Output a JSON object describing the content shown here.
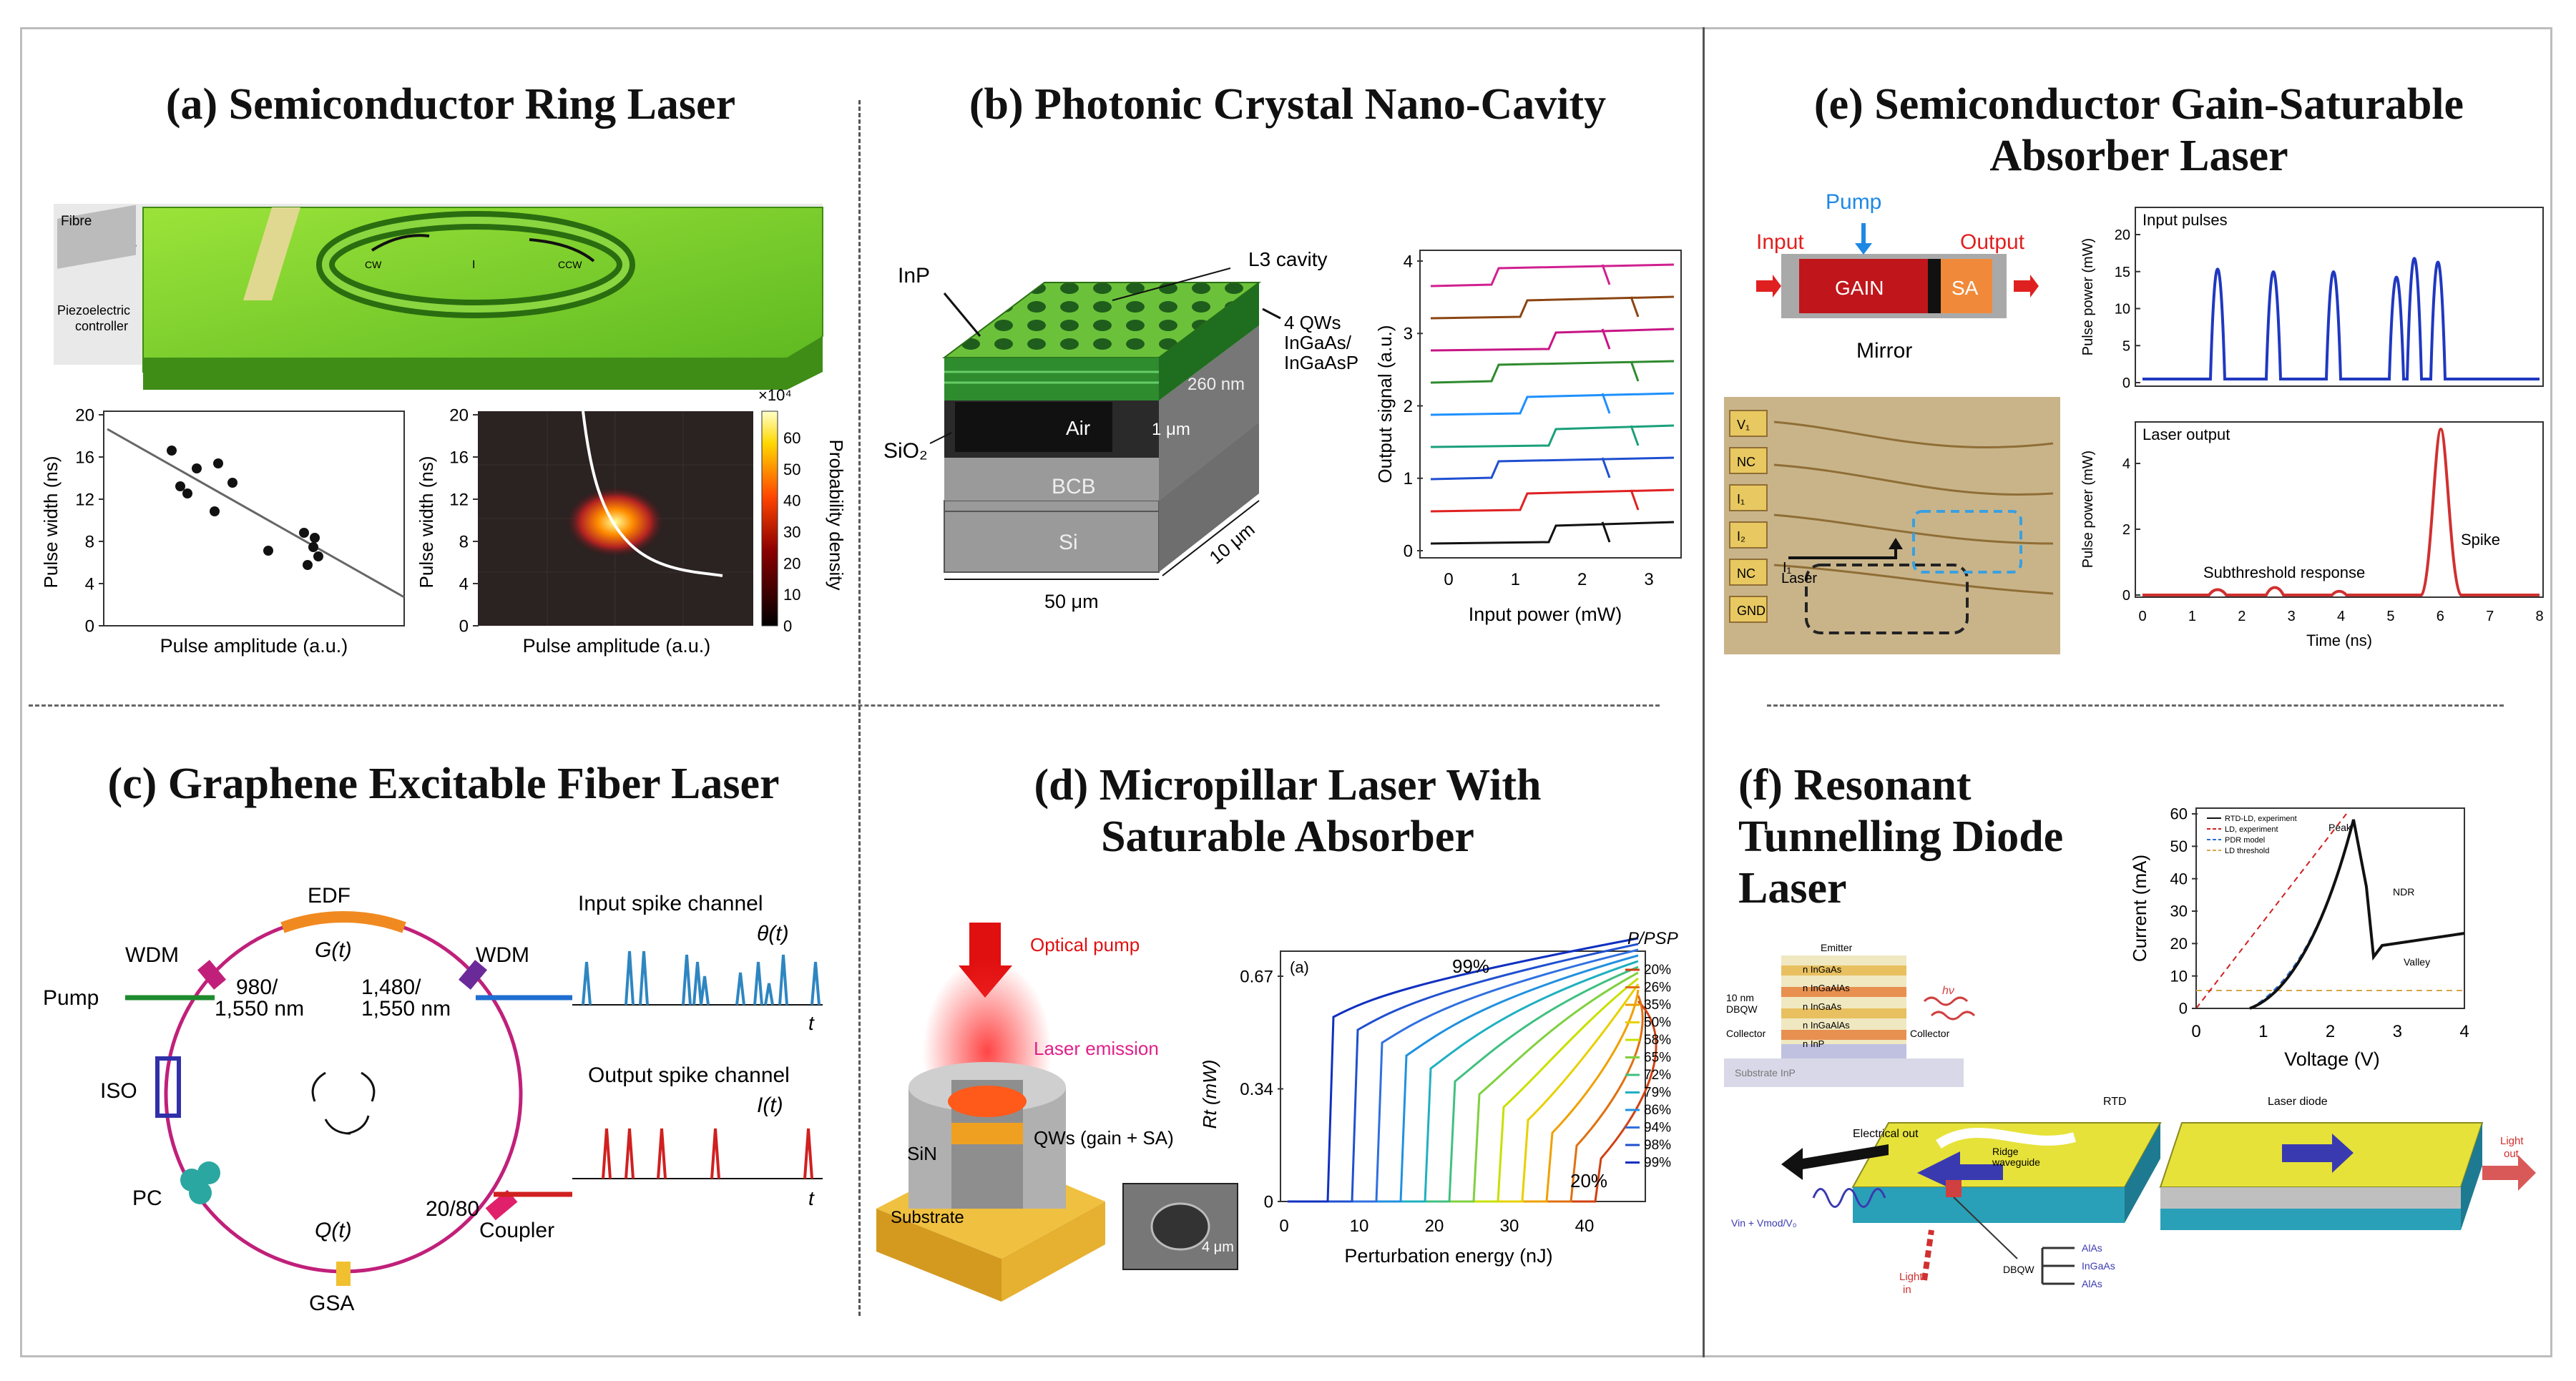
{
  "panels": {
    "a": {
      "title": "(a) Semiconductor Ring Laser",
      "labels": [
        "Fibre",
        "Piezoelectric",
        "controller",
        "CW",
        "CCW",
        "I"
      ],
      "scatter": {
        "ylabel": "Pulse width (ns)",
        "xlabel": "Pulse amplitude (a.u.)",
        "yticks": [
          "20",
          "16",
          "12",
          "8",
          "4",
          "0"
        ]
      },
      "density": {
        "ylabel": "Pulse width (ns)",
        "xlabel": "Pulse amplitude (a.u.)",
        "yticks": [
          "20",
          "16",
          "12",
          "8",
          "4",
          "0"
        ],
        "cbar_label": "Probability density",
        "cbar_exp": "×10⁴",
        "cbar_ticks": [
          "60",
          "50",
          "40",
          "30",
          "20",
          "10",
          "0"
        ]
      }
    },
    "b": {
      "title": "(b) Photonic Crystal Nano-Cavity",
      "labels": {
        "inp": "InP",
        "l3": "L3 cavity",
        "qw1": "4 QWs",
        "qw2": "InGaAs/",
        "qw3": "InGaAsP",
        "thick": "260 nm",
        "air": "Air",
        "one": "1 μm",
        "sio2": "SiO₂",
        "bcb": "BCB",
        "si": "Si",
        "w50": "50 μm",
        "w10": "10 μm"
      },
      "plot": {
        "ylabel": "Output signal (a.u.)",
        "xlabel": "Input power (mW)",
        "yticks": [
          "4",
          "3",
          "2",
          "1",
          "0"
        ],
        "xticks": [
          "0",
          "1",
          "2",
          "3"
        ]
      }
    },
    "c": {
      "title": "(c) Graphene Excitable Fiber Laser",
      "labels": {
        "edf": "EDF",
        "g": "G(t)",
        "wdm1": "WDM",
        "wdm2": "WDM",
        "pump": "Pump",
        "w980": "980/",
        "w1550a": "1,550 nm",
        "w1480": "1,480/",
        "w1550b": "1,550 nm",
        "iso": "ISO",
        "pc": "PC",
        "q": "Q(t)",
        "gsa": "GSA",
        "ratio": "20/80",
        "coupler": "Coupler"
      },
      "input_channel": "Input spike channel",
      "input_sym": "θ(t)",
      "output_channel": "Output spike channel",
      "output_sym": "I(t)",
      "t": "t"
    },
    "d": {
      "title_line1": "(d) Micropillar Laser With",
      "title_line2": "Saturable Absorber",
      "labels": {
        "pump": "Optical pump",
        "emission": "Laser emission",
        "sin": "SiN",
        "qws": "QWs (gain + SA)",
        "substrate": "Substrate",
        "scale": "4 μm"
      },
      "plot": {
        "tag": "(a)",
        "ylabel": "Rt (mW)",
        "xlabel": "Perturbation energy (nJ)",
        "yticks": [
          "0.67",
          "0.34",
          "0"
        ],
        "xticks": [
          "0",
          "10",
          "20",
          "30",
          "40"
        ],
        "legend_title": "P/PSP",
        "legend": [
          "20%",
          "26%",
          "35%",
          "50%",
          "58%",
          "65%",
          "72%",
          "79%",
          "86%",
          "94%",
          "98%",
          "99%"
        ],
        "ann_top": "99%",
        "ann_bottom": "20%"
      }
    },
    "e": {
      "title_line1": "(e) Semiconductor Gain-Saturable",
      "title_line2": "Absorber Laser",
      "labels": {
        "pump": "Pump",
        "input": "Input",
        "output": "Output",
        "gain": "GAIN",
        "sa": "SA",
        "mirror": "Mirror"
      },
      "chip_labels": [
        "V₁",
        "NC",
        "I₁",
        "I₂",
        "NC",
        "GND"
      ],
      "chip_text": {
        "laser": "Laser",
        "i1": "I₁"
      },
      "top_plot": {
        "tag": "Input pulses",
        "ylabel": "Pulse power (mW)",
        "yticks": [
          "20",
          "15",
          "10",
          "5",
          "0"
        ]
      },
      "bottom_plot": {
        "tag": "Laser output",
        "ylabel": "Pulse power (mW)",
        "yticks": [
          "4",
          "2",
          "0"
        ],
        "xlabel": "Time (ns)",
        "xticks": [
          "0",
          "1",
          "2",
          "3",
          "4",
          "5",
          "6",
          "7",
          "8"
        ],
        "sub": "Subthreshold response",
        "spike": "Spike"
      }
    },
    "f": {
      "title_line1": "(f) Resonant",
      "title_line2": "Tunnelling Diode",
      "title_line3": "Laser",
      "plot": {
        "ylabel": "Current (mA)",
        "xlabel": "Voltage (V)",
        "yticks": [
          "60",
          "50",
          "40",
          "30",
          "20",
          "10",
          "0"
        ],
        "xticks": [
          "0",
          "1",
          "2",
          "3",
          "4"
        ],
        "legend": [
          "RTD-LD, experiment",
          "LD, experiment",
          "PDR model",
          "LD threshold"
        ],
        "peak": "Peak",
        "ndr": "NDR",
        "valley": "Valley"
      },
      "stack": {
        "emitter": "Emitter",
        "collector": "Collector",
        "collector2": "Collector",
        "dbqw1": "10 nm",
        "dbqw2": "DBQW",
        "substrate": "Substrate InP",
        "hv": "hν",
        "layers": [
          "n InGaAs",
          "n InGaAlAs",
          "n InGaAs",
          "n InGaAlAs",
          "n InP"
        ]
      },
      "device": {
        "rtd": "RTD",
        "ld": "Laser diode",
        "elec": "Electrical out",
        "ridge1": "Ridge",
        "ridge2": "waveguide",
        "light_in1": "Light",
        "light_in2": "in",
        "light_out1": "Light",
        "light_out2": "out",
        "dbqw": "DBQW",
        "layers": [
          "AlAs",
          "InGaAs",
          "AlAs"
        ],
        "vin": "Vin + Vmod/V₀"
      }
    }
  }
}
